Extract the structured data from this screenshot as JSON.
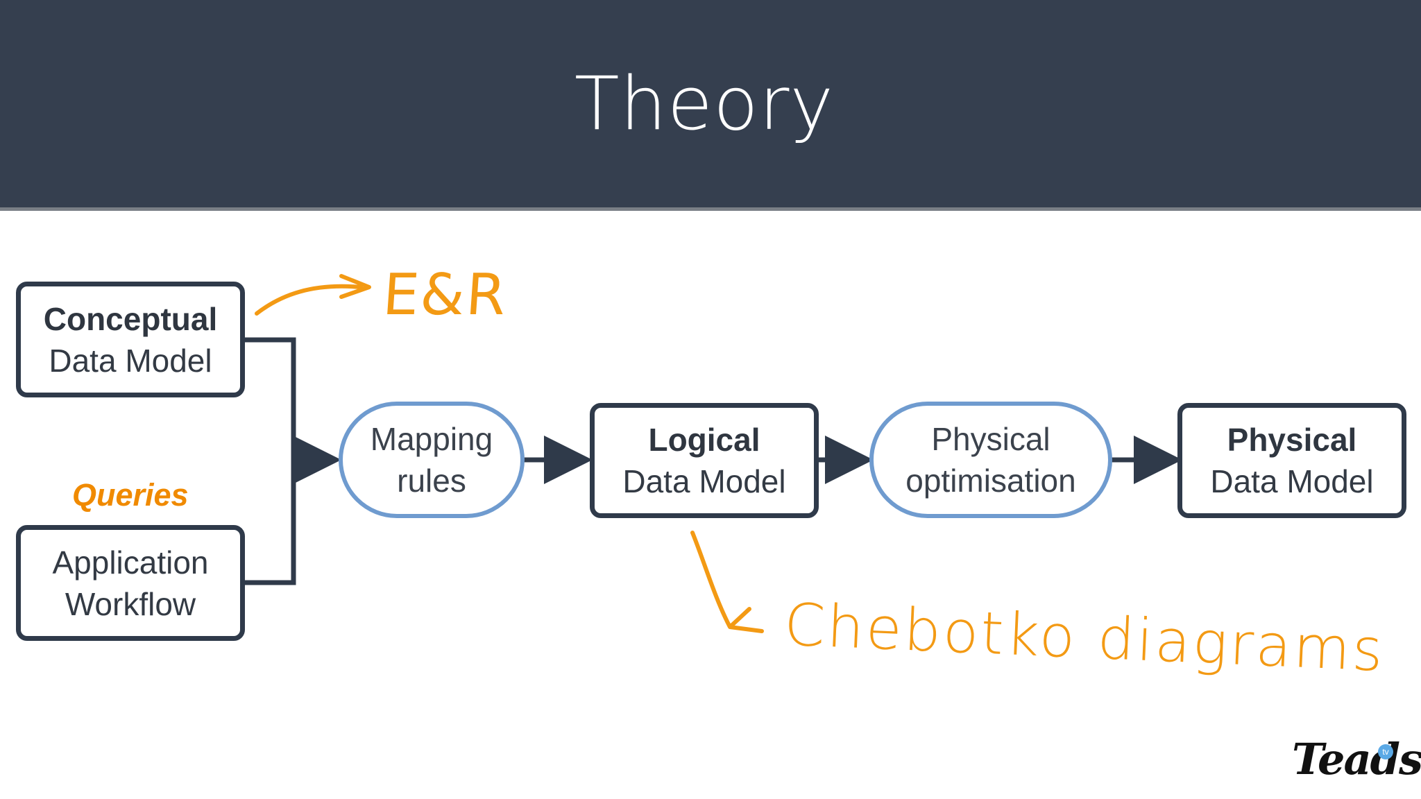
{
  "slide": {
    "title": "Theory"
  },
  "nodes": {
    "conceptual": {
      "line1": "Conceptual",
      "line2": "Data Model"
    },
    "application": {
      "line1": "Application",
      "line2": "Workflow"
    },
    "mapping": {
      "line1": "Mapping",
      "line2": "rules"
    },
    "logical": {
      "line1": "Logical",
      "line2": "Data Model"
    },
    "optimisation": {
      "line1": "Physical",
      "line2": "optimisation"
    },
    "physical": {
      "line1": "Physical",
      "line2": "Data Model"
    }
  },
  "labels": {
    "queries": "Queries"
  },
  "annotations": {
    "er": "E&R",
    "chebotko": "Chebotko diagrams"
  },
  "brand": {
    "logo": "Teads",
    "badge": "tv"
  },
  "colors": {
    "header": "#353f4f",
    "box_border": "#2f3a4a",
    "pill_border": "#6f9bcf",
    "annotation": "#f39a14",
    "queries": "#f08a00"
  }
}
